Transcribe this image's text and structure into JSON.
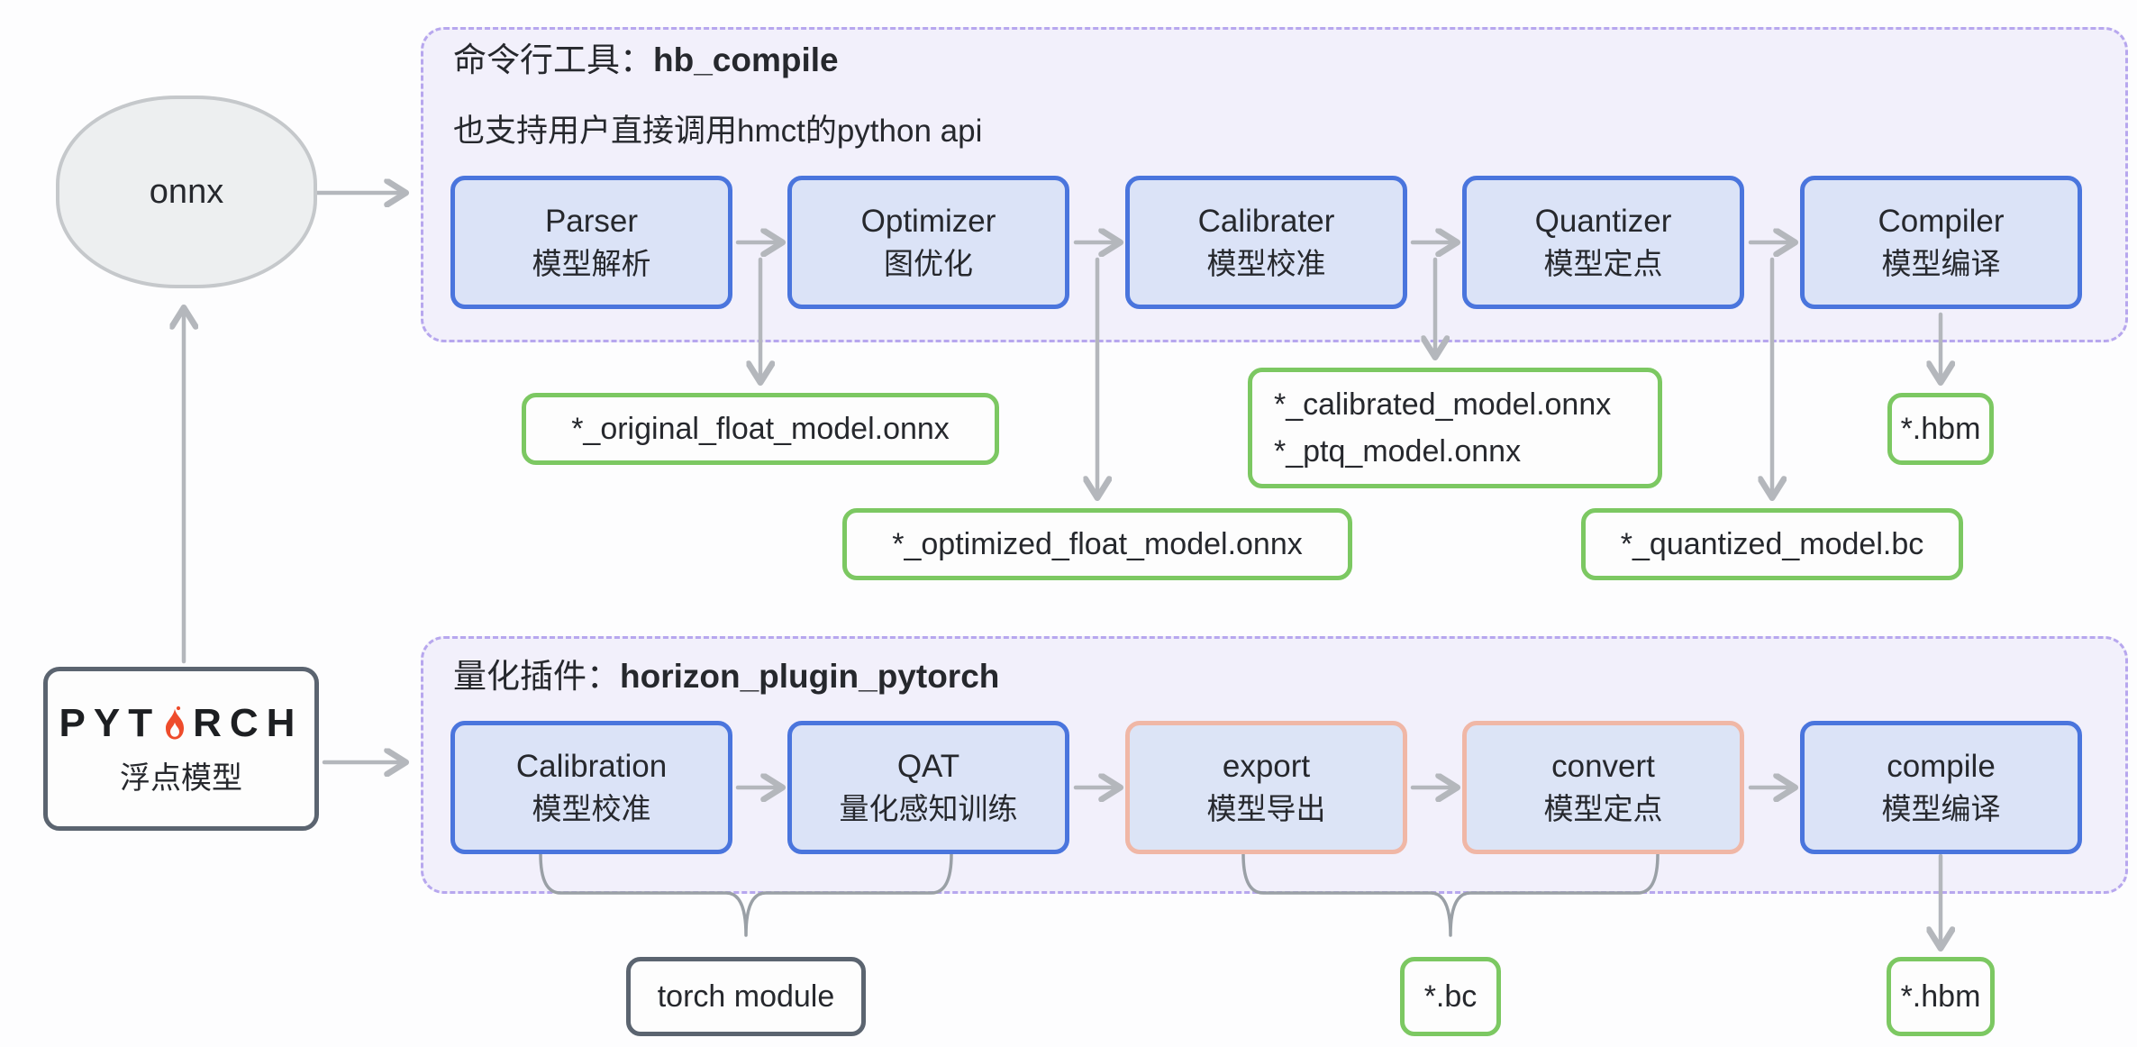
{
  "left_column": {
    "onnx_label": "onnx",
    "pytorch_logo_left": "PYT",
    "pytorch_logo_right": "RCH",
    "pytorch_sublabel": "浮点模型"
  },
  "top_pipeline": {
    "title_prefix": "命令行工具：",
    "title_code": "hb_compile",
    "subtitle": "也支持用户直接调用hmct的python api",
    "stages": [
      {
        "en": "Parser",
        "zh": "模型解析"
      },
      {
        "en": "Optimizer",
        "zh": "图优化"
      },
      {
        "en": "Calibrater",
        "zh": "模型校准"
      },
      {
        "en": "Quantizer",
        "zh": "模型定点"
      },
      {
        "en": "Compiler",
        "zh": "模型编译"
      }
    ],
    "outputs": [
      {
        "lines": [
          "*_original_float_model.onnx"
        ]
      },
      {
        "lines": [
          "*_optimized_float_model.onnx"
        ]
      },
      {
        "lines": [
          "*_calibrated_model.onnx",
          "*_ptq_model.onnx"
        ]
      },
      {
        "lines": [
          "*_quantized_model.bc"
        ]
      },
      {
        "lines": [
          "*.hbm"
        ]
      }
    ]
  },
  "bottom_pipeline": {
    "title_prefix": "量化插件：",
    "title_code": "horizon_plugin_pytorch",
    "stages": [
      {
        "en": "Calibration",
        "zh": "模型校准"
      },
      {
        "en": "QAT",
        "zh": "量化感知训练"
      },
      {
        "en": "export",
        "zh": "模型导出"
      },
      {
        "en": "convert",
        "zh": "模型定点"
      },
      {
        "en": "compile",
        "zh": "模型编译"
      }
    ],
    "outputs": [
      {
        "label": "torch module"
      },
      {
        "label": "*.bc"
      },
      {
        "label": "*.hbm"
      }
    ]
  },
  "colors": {
    "blue_border": "#4a75dd",
    "blue_fill": "#dbe3f7",
    "pink_border": "#f0b7a6",
    "pink_fill": "#dce4f6",
    "green_border": "#7cc862",
    "gray_border": "#5b6470",
    "container_bg": "#f2f0fb",
    "container_border": "#b7a7ee",
    "arrow_gray": "#b4b7bc",
    "pytorch_orange": "#ee4c2c",
    "text": "#26282d"
  }
}
